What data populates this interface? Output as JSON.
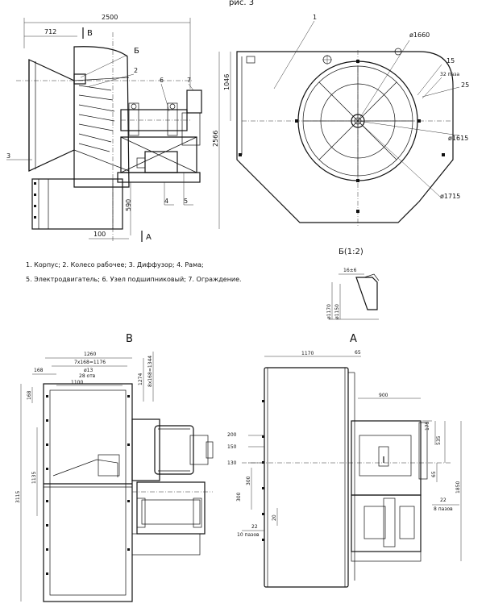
{
  "top_label": "рис. 3",
  "side_view": {
    "dims": {
      "overall_width": "2500",
      "left_offset": "712",
      "base_offset": "100",
      "height_590": "590",
      "height_2566": "2566",
      "height_1046": "1046"
    },
    "callouts": [
      "1",
      "2",
      "3",
      "4",
      "5",
      "6",
      "7"
    ],
    "detail_marker": "Б",
    "section_marks": {
      "b": "В",
      "a": "А"
    }
  },
  "front_view": {
    "dims": {
      "d1660": "ø1660",
      "d1615": "ø1615",
      "d1715": "ø1715",
      "n15": "15",
      "n32": "32 паза",
      "n25": "25"
    }
  },
  "detail": {
    "title": "Б(1:2)",
    "dims": {
      "w": "16±6",
      "d1": "ø1170",
      "d2": "ø1150"
    }
  },
  "legend": {
    "line1": "1. Корпус; 2. Колесо рабочее; 3. Диффузор; 4. Рама;",
    "line2": "5. Электродвигатель; 6. Узел подшипниковый; 7. Ограждение."
  },
  "view_b": {
    "title": "В",
    "dims": {
      "w1260": "1260",
      "pitch": "7х168=1176",
      "hole": "ø13",
      "holes": "28 отв",
      "w1100": "1100",
      "d168a": "168",
      "d168b": "168",
      "h1274": "1274",
      "h8x": "8х168=1344",
      "h1135": "1135",
      "h3115": "3115"
    }
  },
  "view_a": {
    "title": "А",
    "dims": {
      "w1170": "1170",
      "w65": "65",
      "w900": "900",
      "h200": "200",
      "h150": "150",
      "h130": "130",
      "h300a": "300",
      "h300b": "300",
      "h20": "20",
      "h22a": "22",
      "slots10": "10 пазов",
      "h175": "175",
      "h535": "535",
      "h65": "65",
      "h1850": "1850",
      "h22b": "22",
      "slots8": "8 пазов"
    }
  }
}
